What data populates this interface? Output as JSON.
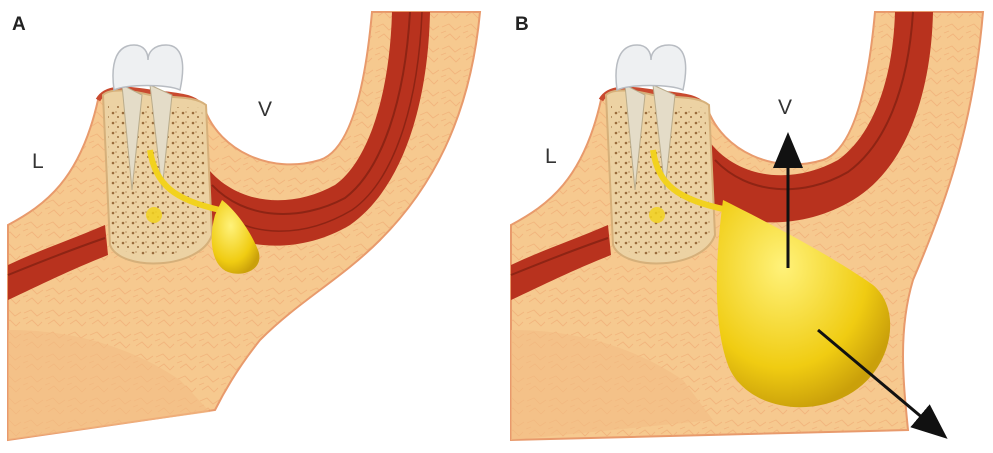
{
  "panels": [
    {
      "id": "A",
      "label": "A",
      "region_lingual": "L",
      "region_vestibular": "V",
      "arrows": false
    },
    {
      "id": "B",
      "label": "B",
      "region_lingual": "L",
      "region_vestibular": "V",
      "arrows": true
    }
  ],
  "colors": {
    "soft_tissue": "#f6c98f",
    "soft_tissue_edge": "#e89a6c",
    "muscle": "#b8321e",
    "muscle_dark": "#8e2414",
    "bone": "#ecd2a3",
    "tooth": "#e9ecef",
    "pus": "#f2d21e",
    "arrow": "#111111"
  }
}
